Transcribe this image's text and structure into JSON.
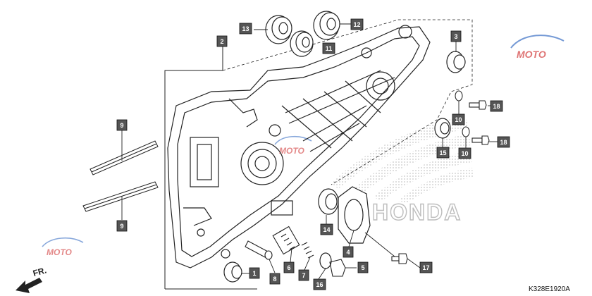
{
  "diagram": {
    "code": "K328E1920A",
    "direction_label": "FR.",
    "watermark_brand": "HONDA",
    "watermark_logo": "MOTO",
    "colors": {
      "label_box": "#555555",
      "label_text": "#ffffff",
      "line": "#222222",
      "watermark": "#cfcfcf",
      "watermark_logo": "#d23a3a"
    },
    "parts": [
      {
        "id": "p1",
        "num": "1"
      },
      {
        "id": "p2",
        "num": "2"
      },
      {
        "id": "p3",
        "num": "3"
      },
      {
        "id": "p4",
        "num": "4"
      },
      {
        "id": "p5",
        "num": "5"
      },
      {
        "id": "p6",
        "num": "6"
      },
      {
        "id": "p7",
        "num": "7"
      },
      {
        "id": "p8",
        "num": "8"
      },
      {
        "id": "p9a",
        "num": "9"
      },
      {
        "id": "p9b",
        "num": "9"
      },
      {
        "id": "p10a",
        "num": "10"
      },
      {
        "id": "p10b",
        "num": "10"
      },
      {
        "id": "p11",
        "num": "11"
      },
      {
        "id": "p12",
        "num": "12"
      },
      {
        "id": "p13",
        "num": "13"
      },
      {
        "id": "p14",
        "num": "14"
      },
      {
        "id": "p15",
        "num": "15"
      },
      {
        "id": "p16",
        "num": "16"
      },
      {
        "id": "p17",
        "num": "17"
      },
      {
        "id": "p18a",
        "num": "18"
      },
      {
        "id": "p18b",
        "num": "18"
      }
    ]
  }
}
